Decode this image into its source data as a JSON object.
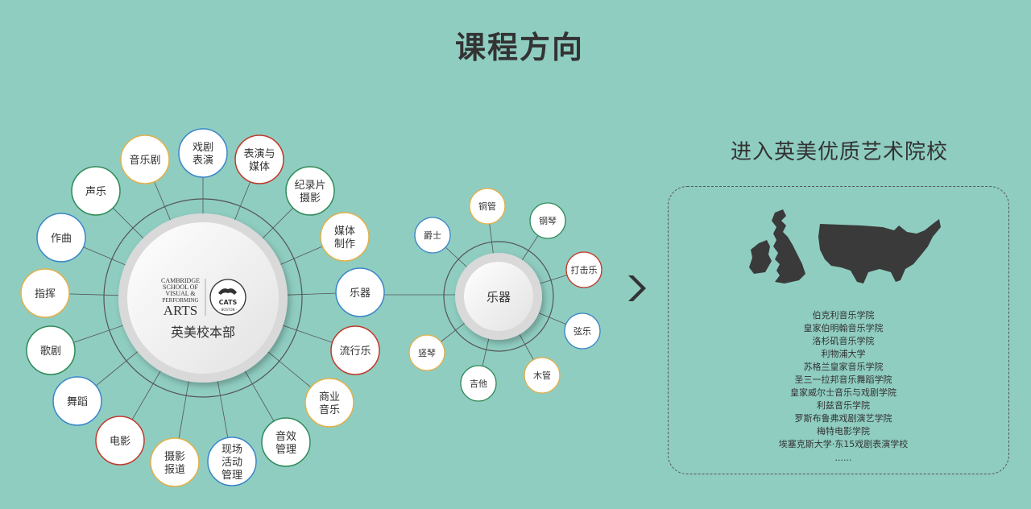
{
  "page_title": "课程方向",
  "main_hub": {
    "logo_lines": [
      "CAMBRIDGE",
      "SCHOOL OF",
      "VISUAL &",
      "PERFORMING"
    ],
    "logo_big": "ARTS",
    "badge": "CATS",
    "badge_sub": "· BOSTON ·",
    "label": "英美校本部"
  },
  "course_nodes": [
    {
      "lines": [
        "戏剧",
        "表演"
      ],
      "color": "#3a86c8"
    },
    {
      "lines": [
        "表演与",
        "媒体"
      ],
      "color": "#c0392b"
    },
    {
      "lines": [
        "纪录片",
        "摄影"
      ],
      "color": "#2e8b57"
    },
    {
      "lines": [
        "媒体",
        "制作"
      ],
      "color": "#e1b04a"
    },
    {
      "lines": [
        "乐器"
      ],
      "color": "#3a86c8"
    },
    {
      "lines": [
        "流行乐"
      ],
      "color": "#c0392b"
    },
    {
      "lines": [
        "商业",
        "音乐"
      ],
      "color": "#e1b04a"
    },
    {
      "lines": [
        "音效",
        "管理"
      ],
      "color": "#2e8b57"
    },
    {
      "lines": [
        "现场",
        "活动",
        "管理"
      ],
      "color": "#3a86c8"
    },
    {
      "lines": [
        "摄影",
        "报道"
      ],
      "color": "#e1b04a"
    },
    {
      "lines": [
        "电影"
      ],
      "color": "#c0392b"
    },
    {
      "lines": [
        "舞蹈"
      ],
      "color": "#3a86c8"
    },
    {
      "lines": [
        "歌剧"
      ],
      "color": "#2e8b57"
    },
    {
      "lines": [
        "指挥"
      ],
      "color": "#e1b04a"
    },
    {
      "lines": [
        "作曲"
      ],
      "color": "#3a86c8"
    },
    {
      "lines": [
        "声乐"
      ],
      "color": "#2e8b57"
    },
    {
      "lines": [
        "音乐剧"
      ],
      "color": "#e1b04a"
    }
  ],
  "instrument_hub": {
    "label": "乐器"
  },
  "instrument_nodes": [
    {
      "label": "铜管",
      "color": "#e1b04a"
    },
    {
      "label": "钢琴",
      "color": "#2e8b57"
    },
    {
      "label": "打击乐",
      "color": "#c0392b"
    },
    {
      "label": "弦乐",
      "color": "#3a86c8"
    },
    {
      "label": "木管",
      "color": "#e1b04a"
    },
    {
      "label": "吉他",
      "color": "#2e8b57"
    },
    {
      "label": "竖琴",
      "color": "#e1b04a"
    },
    {
      "label": "爵士",
      "color": "#3a86c8"
    }
  ],
  "right_title": "进入英美优质艺术院校",
  "schools": [
    "伯克利音乐学院",
    "皇家伯明翰音乐学院",
    "洛杉矶音乐学院",
    "利物浦大学",
    "苏格兰皇家音乐学院",
    "圣三一拉邦音乐舞蹈学院",
    "皇家威尔士音乐与戏剧学院",
    "利兹音乐学院",
    "罗斯布鲁弗戏剧演艺学院",
    "梅特电影学院",
    "埃塞克斯大学·东15戏剧表演学校"
  ],
  "ellipsis": "......",
  "colors": {
    "background": "#8fcdc1",
    "map": "#3a3a3a",
    "line": "#555555"
  },
  "icons": {
    "arrow": "chevron-right-icon",
    "map": "uk-us-map-icon"
  }
}
